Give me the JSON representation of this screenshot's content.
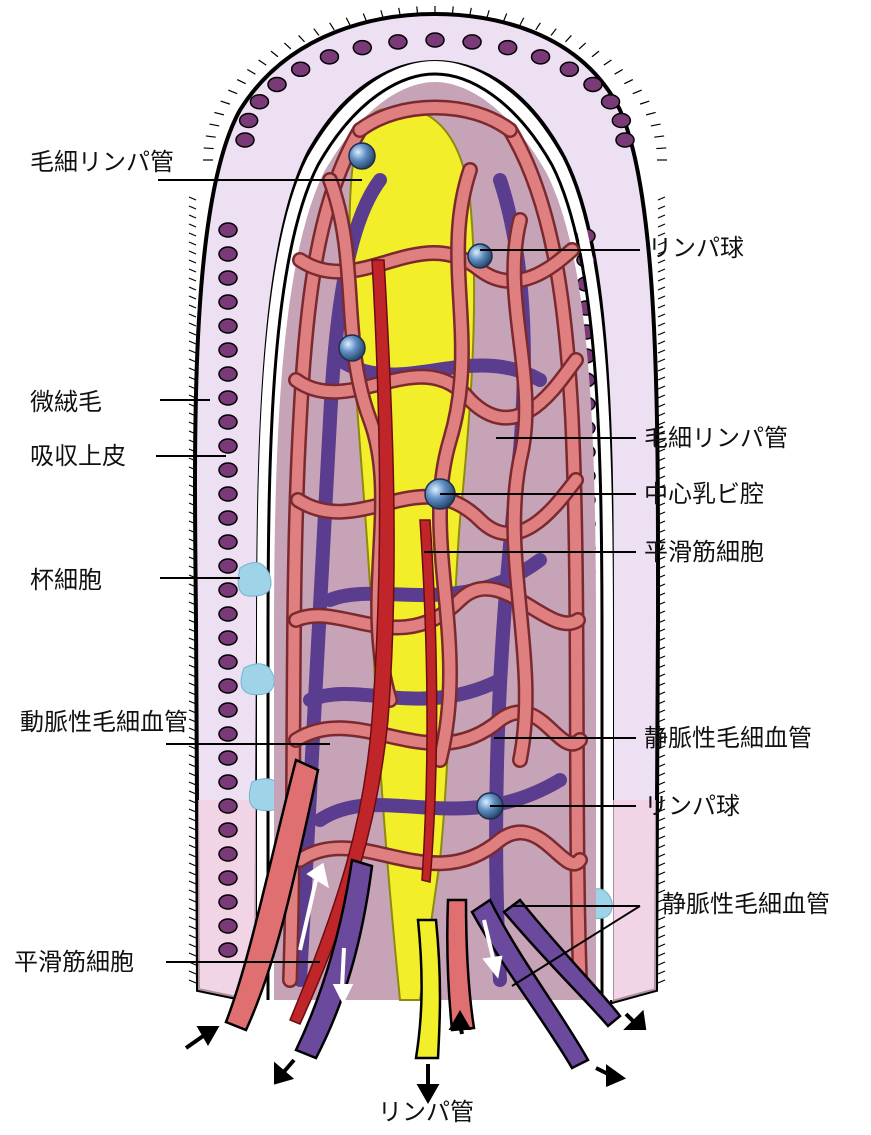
{
  "labels": {
    "lymph_capillary_top": "毛細リンパ管",
    "lymphocyte_top": "リンパ球",
    "microvilli": "微絨毛",
    "absorptive_epithelium": "吸収上皮",
    "lymph_capillary_mid": "毛細リンパ管",
    "central_lacteal": "中心乳ビ腔",
    "smooth_muscle_right": "平滑筋細胞",
    "goblet_cell": "杯細胞",
    "arterial_capillary": "動脈性毛細血管",
    "venous_capillary_mid": "静脈性毛細血管",
    "lymphocyte_bottom": "リンパ球",
    "venous_capillary_bottom": "静脈性毛細血管",
    "smooth_muscle_left": "平滑筋細胞",
    "lymph_vessel": "リンパ管"
  },
  "colors": {
    "epithelium": "#e9dcef",
    "nucleus": "#7a3a78",
    "arterial": "#d9666a",
    "venous": "#5a3d8e",
    "lymph": "#f2ee2a",
    "lymphocyte": "#5f8fc4",
    "goblet": "#9fd4e8"
  }
}
